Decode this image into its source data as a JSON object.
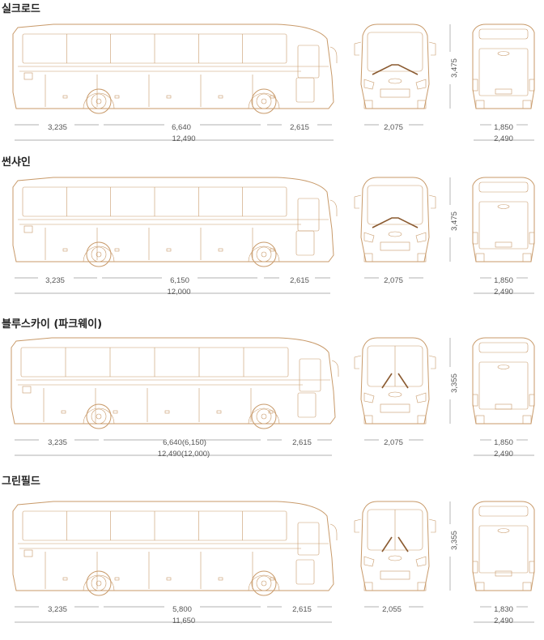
{
  "colors": {
    "outline": "#c89a6a",
    "dark_outline": "#8a5a30",
    "dimension_line": "#999999",
    "text": "#555555"
  },
  "models": [
    {
      "name": "실크로드",
      "front_variant": "wide",
      "side": {
        "front_overhang": "3,235",
        "wheelbase": "6,640",
        "rear_overhang": "2,615",
        "total_length": "12,490"
      },
      "front": {
        "track": "2,075",
        "height": "3,475"
      },
      "rear": {
        "track": "1,850",
        "width": "2,490"
      }
    },
    {
      "name": "썬샤인",
      "front_variant": "wide",
      "side": {
        "front_overhang": "3,235",
        "wheelbase": "6,150",
        "rear_overhang": "2,615",
        "total_length": "12,000"
      },
      "front": {
        "track": "2,075",
        "height": "3,475"
      },
      "rear": {
        "track": "1,850",
        "width": "2,490"
      }
    },
    {
      "name": "블루스카이 (파크웨이)",
      "front_variant": "narrow",
      "side": {
        "front_overhang": "3,235",
        "wheelbase": "6,640(6,150)",
        "rear_overhang": "2,615",
        "total_length": "12,490(12,000)"
      },
      "front": {
        "track": "2,075",
        "height": "3,355"
      },
      "rear": {
        "track": "1,850",
        "width": "2,490"
      }
    },
    {
      "name": "그린필드",
      "front_variant": "narrow",
      "side": {
        "front_overhang": "3,235",
        "wheelbase": "5,800",
        "rear_overhang": "2,615",
        "total_length": "11,650"
      },
      "front": {
        "track": "2,055",
        "height": "3,355"
      },
      "rear": {
        "track": "1,830",
        "width": "2,490"
      }
    }
  ]
}
